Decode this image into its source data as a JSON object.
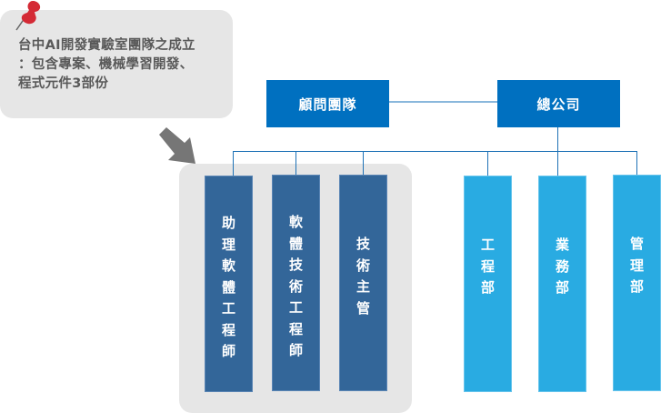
{
  "note": {
    "text_lines": [
      "台中AI開發實驗室團隊之成立",
      "：包含專案、機械學習開發、",
      "程式元件3部份"
    ],
    "icon": "pushpin-icon"
  },
  "arrow": {
    "icon": "arrow-down-right-icon"
  },
  "top_nodes": {
    "consultant": "顧問團隊",
    "headquarters": "總公司"
  },
  "ai_lab_roles": [
    {
      "label": "助理軟體工程師"
    },
    {
      "label": "軟體技術工程師"
    },
    {
      "label": "技術主管"
    }
  ],
  "departments": [
    {
      "label": "工程部"
    },
    {
      "label": "業務部"
    },
    {
      "label": "管理部"
    }
  ],
  "colors": {
    "top_box": "#0070c0",
    "lab_box": "#336699",
    "dept_box": "#29abe2",
    "connector": "#1f72b6",
    "panel_bg": "#e6e6e6",
    "pin": "#d42a35"
  }
}
